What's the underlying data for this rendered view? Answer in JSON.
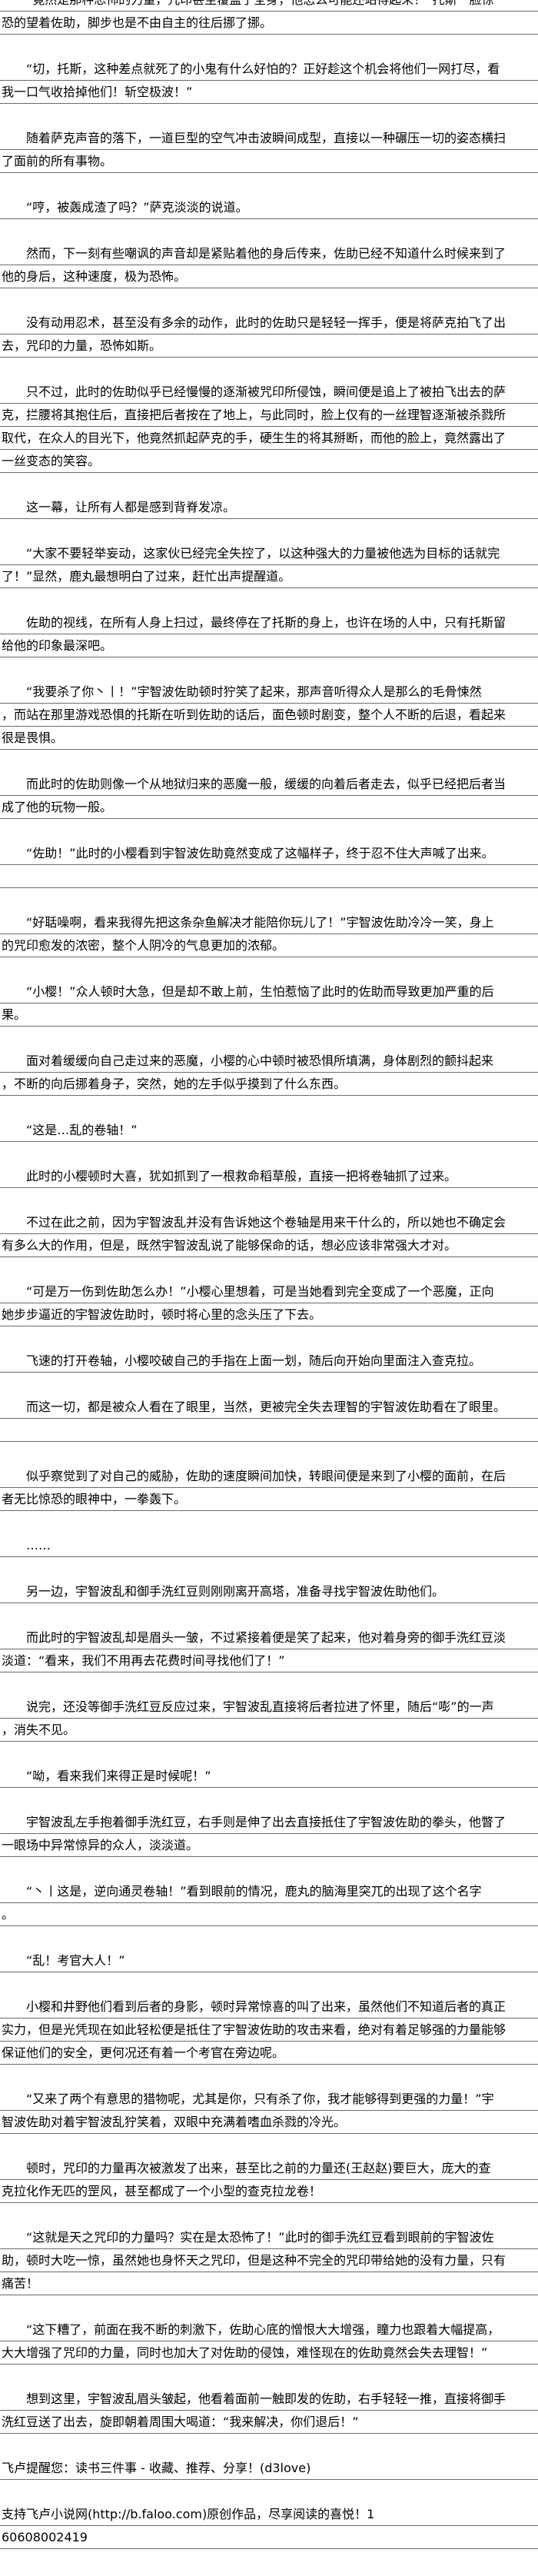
{
  "paragraphs": [
    [
      "　　“竟然是那种恐怖的力量，咒印甚至覆盖了全身，他怎么可能还站得起来！”托斯一脸惊",
      "恐的望着佐助，脚步也是不由自主的往后挪了挪。"
    ],
    [
      "　　“切，托斯，这种差点就死了的小鬼有什么好怕的？正好趁这个机会将他们一网打尽，看",
      "我一口气收拾掉他们！斩空极波！”"
    ],
    [
      "　　随着萨克声音的落下，一道巨型的空气冲击波瞬间成型，直接以一种碾压一切的姿态横扫",
      "了面前的所有事物。"
    ],
    [
      "　　“哼，被轰成渣了吗？”萨克淡淡的说道。"
    ],
    [
      "　　然而，下一刻有些嘲讽的声音却是紧贴着他的身后传来，佐助已经不知道什么时候来到了",
      "他的身后，这种速度，极为恐怖。"
    ],
    [
      "　　没有动用忍术，甚至没有多余的动作，此时的佐助只是轻轻一挥手，便是将萨克拍飞了出",
      "去，咒印的力量，恐怖如斯。"
    ],
    [
      "　　只不过，此时的佐助似乎已经慢慢的逐渐被咒印所侵蚀，瞬间便是追上了被拍飞出去的萨",
      "克，拦腰将其抱住后，直接把后者按在了地上，与此同时，脸上仅有的一丝理智逐渐被杀戮所",
      "取代，在众人的目光下，他竟然抓起萨克的手，硬生生的将其掰断，而他的脸上，竟然露出了",
      "一丝变态的笑容。"
    ],
    [
      "　　这一幕，让所有人都是感到背脊发凉。"
    ],
    [
      "　　“大家不要轻举妄动，这家伙已经完全失控了，以这种强大的力量被他选为目标的话就完",
      "了！”显然，鹿丸最想明白了过来，赶忙出声提醒道。"
    ],
    [
      "　　佐助的视线，在所有人身上扫过，最终停在了托斯的身上，也许在场的人中，只有托斯留",
      "给他的印象最深吧。"
    ],
    [
      "　　“我要杀了你丶丨！”宇智波佐助顿时狞笑了起来，那声音听得众人是那么的毛骨悚然",
      "，而站在那里游戏恐惧的托斯在听到佐助的话后，面色顿时剧变，整个人不断的后退，看起来",
      "很是畏惧。"
    ],
    [
      "　　而此时的佐助则像一个从地狱归来的恶魔一般，缓缓的向着后者走去，似乎已经把后者当",
      "成了他的玩物一般。"
    ],
    [
      "　　“佐助！”此时的小樱看到宇智波佐助竟然变成了这幅样子，终于忍不住大声喊了出来。",
      ""
    ],
    [
      "　　“好聒噪啊，看来我得先把这条杂鱼解决才能陪你玩儿了！”宇智波佐助冷冷一笑，身上",
      "的咒印愈发的浓密，整个人阴冷的气息更加的浓郁。"
    ],
    [
      "　　“小樱！”众人顿时大急，但是却不敢上前，生怕惹恼了此时的佐助而导致更加严重的后",
      "果。"
    ],
    [
      "　　面对着缓缓向自己走过来的恶魔，小樱的心中顿时被恐惧所填满，身体剧烈的颤抖起来",
      "，不断的向后挪着身子，突然，她的左手似乎摸到了什么东西。"
    ],
    [
      "　　“这是…乱的卷轴！”"
    ],
    [
      "　　此时的小樱顿时大喜，犹如抓到了一根救命稻草般，直接一把将卷轴抓了过来。"
    ],
    [
      "　　不过在此之前，因为宇智波乱并没有告诉她这个卷轴是用来干什么的，所以她也不确定会",
      "有多么大的作用，但是，既然宇智波乱说了能够保命的话，想必应该非常强大才对。"
    ],
    [
      "　　“可是万一伤到佐助怎么办！”小樱心里想着，可是当她看到完全变成了一个恶魔，正向",
      "她步步逼近的宇智波佐助时，顿时将心里的念头压了下去。"
    ],
    [
      "　　飞速的打开卷轴，小樱咬破自己的手指在上面一划，随后向开始向里面注入查克拉。"
    ],
    [
      "　　而这一切，都是被众人看在了眼里，当然，更被完全失去理智的宇智波佐助看在了眼里。",
      ""
    ],
    [
      "　　似乎察觉到了对自己的威胁，佐助的速度瞬间加快，转眼间便是来到了小樱的面前，在后",
      "者无比惊恐的眼神中，一拳轰下。"
    ],
    [
      "　　……"
    ],
    [
      "　　另一边，宇智波乱和御手洗红豆则刚刚离开高塔，准备寻找宇智波佐助他们。"
    ],
    [
      "　　而此时的宇智波乱却是眉头一皱，不过紧接着便是笑了起来，他对着身旁的御手洗红豆淡",
      "淡道：“看来，我们不用再去花费时间寻找他们了！”"
    ],
    [
      "　　说完，还没等御手洗红豆反应过来，宇智波乱直接将后者拉进了怀里，随后“嘭”的一声",
      "，消失不见。"
    ],
    [
      "　　“呦，看来我们来得正是时候呢！”"
    ],
    [
      "　　宇智波乱左手抱着御手洗红豆，右手则是伸了出去直接抵住了宇智波佐助的拳头，他瞥了",
      "一眼场中异常惊异的众人，淡淡道。"
    ],
    [
      "　　“丶丨这是，逆向通灵卷轴！”看到眼前的情况，鹿丸的脑海里突兀的出现了这个名字",
      "。"
    ],
    [
      "　　“乱！考官大人！”"
    ],
    [
      "　　小樱和井野他们看到后者的身影，顿时异常惊喜的叫了出来，虽然他们不知道后者的真正",
      "实力，但是光凭现在如此轻松便是抵住了宇智波佐助的攻击来看，绝对有着足够强的力量能够",
      "保证他们的安全，更何况还有着一个考官在旁边呢。"
    ],
    [
      "　　“又来了两个有意思的猎物呢，尤其是你，只有杀了你，我才能够得到更强的力量！”宇",
      "智波佐助对着宇智波乱狞笑着，双眼中充满着嗜血杀戮的冷光。"
    ],
    [
      "　　顿时，咒印的力量再次被激发了出来，甚至比之前的力量还(王赵赵)要巨大，庞大的查",
      "克拉化作无匹的罡风，甚至都成了一个小型的查克拉龙卷！"
    ],
    [
      "　　“这就是天之咒印的力量吗？实在是太恐怖了！”此时的御手洗红豆看到眼前的宇智波佐",
      "助，顿时大吃一惊，虽然她也身怀天之咒印，但是这种不完全的咒印带给她的没有力量，只有",
      "痛苦！"
    ],
    [
      "　　“这下糟了，前面在我不断的刺激下，佐助心底的憎恨大大增强，瞳力也跟着大幅提高，",
      "大大增强了咒印的力量，同时也加大了对佐助的侵蚀，难怪现在的佐助竟然会失去理智！”"
    ],
    [
      "　　想到这里，宇智波乱眉头皱起，他看着面前一触即发的佐助，右手轻轻一推，直接将御手",
      "洗红豆送了出去，旋即朝着周围大喝道：“我来解决，你们退后！”"
    ]
  ],
  "footer": {
    "reminder": "飞卢提醒您：读书三件事 - 收藏、推荐、分享！(d3love)",
    "support_lines": [
      "支持飞卢小说网(http://b.faloo.com)原创作品，尽享阅读的喜悦！1",
      "60608002419"
    ]
  }
}
